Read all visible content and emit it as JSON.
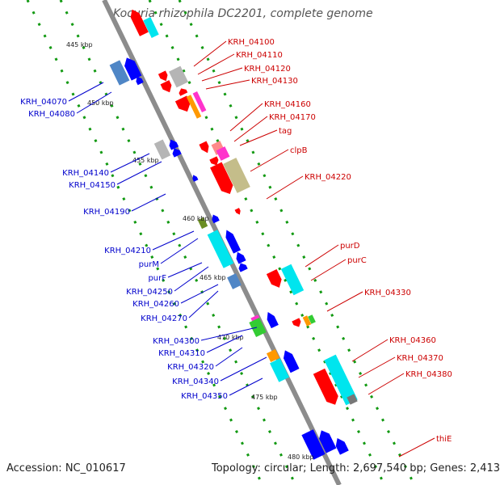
{
  "title": "Kocuria rhizophila DC2201, complete genome",
  "footer": {
    "accession": "Accession: NC_010617",
    "topology": "Topology: circular; Length: 2,697,540 bp; Genes: 2,413"
  },
  "colors": {
    "backbone": "#8c8c8c",
    "forward_label": "#cc0000",
    "reverse_label": "#0000cc",
    "tick": "#119911",
    "feature_red": "#ff0000",
    "feature_blue": "#0000ff",
    "feature_cyan": "#00e5ee",
    "feature_grey": "#b5b5b5",
    "feature_steelblue": "#4f86c6",
    "feature_olive": "#c4bd8a",
    "feature_green": "#33cc33",
    "feature_orange": "#ff9900",
    "feature_magenta": "#ff33cc",
    "feature_pink": "#ff8a8a",
    "feature_darkgreen": "#6b8e23",
    "feature_darkgrey": "#777777"
  },
  "map": {
    "kbp_ticks": [
      "445 kbp",
      "450 kbp",
      "455 kbp",
      "460 kbp",
      "465 kbp",
      "470 kbp",
      "475 kbp",
      "480 kbp"
    ],
    "forward_labels": [
      "KRH_04100",
      "KRH_04110",
      "KRH_04120",
      "KRH_04130",
      "KRH_04160",
      "KRH_04170",
      "tag",
      "clpB",
      "KRH_04220",
      "purD",
      "purC",
      "KRH_04330",
      "KRH_04360",
      "KRH_04370",
      "KRH_04380",
      "thiE"
    ],
    "reverse_labels": [
      "KRH_04070",
      "KRH_04080",
      "KRH_04140",
      "KRH_04150",
      "KRH_04190",
      "KRH_04210",
      "purM",
      "purF",
      "KRH_04250",
      "KRH_04260",
      "KRH_04270",
      "KRH_04300",
      "KRH_04310",
      "KRH_04320",
      "KRH_04340",
      "KRH_04350"
    ]
  }
}
